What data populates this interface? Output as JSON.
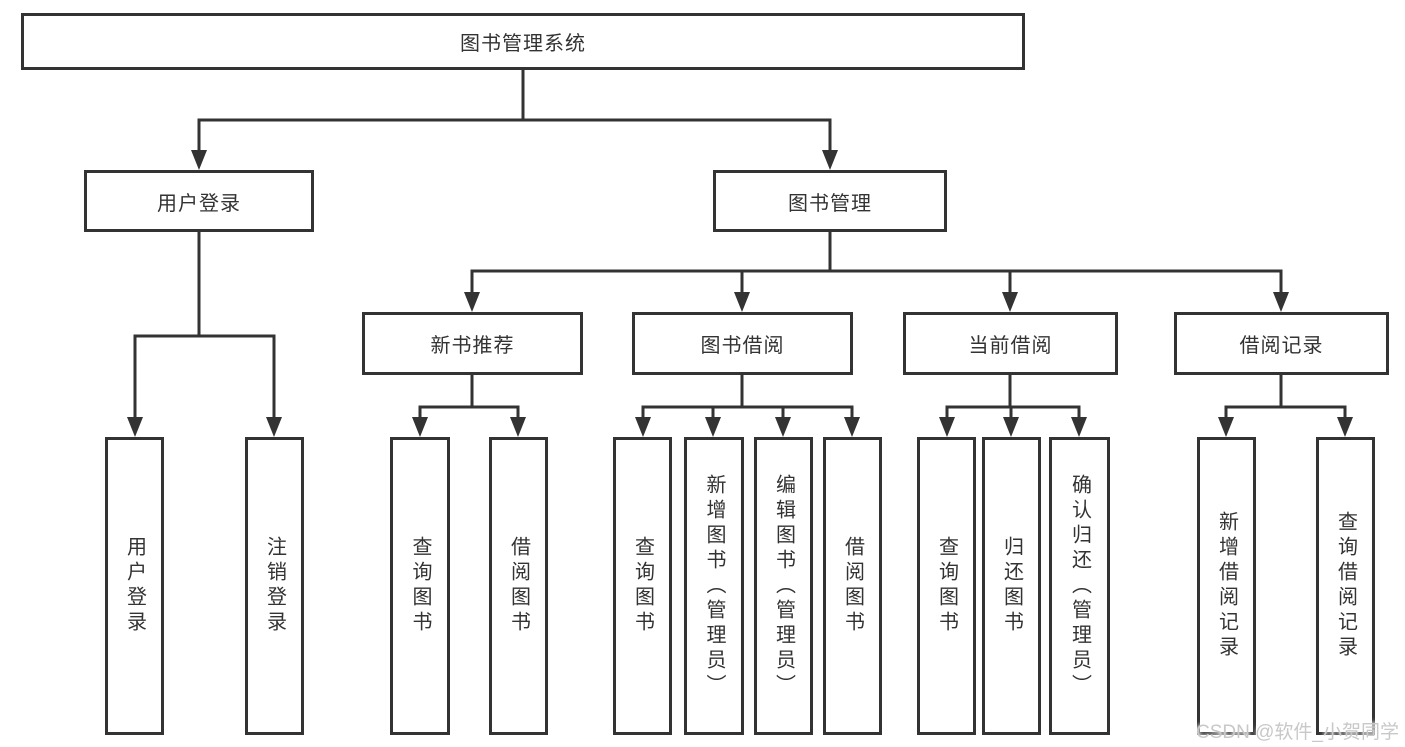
{
  "diagram": {
    "root_label": "图书管理系统",
    "level2": [
      "用户登录",
      "图书管理"
    ],
    "level3": [
      "新书推荐",
      "图书借阅",
      "当前借阅",
      "借阅记录"
    ],
    "leaves": {
      "user_login": [
        "用户登录",
        "注销登录"
      ],
      "new_book_recommend": [
        "查询图书",
        "借阅图书"
      ],
      "book_borrow": [
        "查询图书",
        "新增图书（管理员）",
        "编辑图书（管理员）",
        "借阅图书"
      ],
      "current_borrow": [
        "查询图书",
        "归还图书",
        "确认归还（管理员）"
      ],
      "borrow_records": [
        "新增借阅记录",
        "查询借阅记录"
      ]
    }
  },
  "watermark": {
    "text": "CSDN @软件_小贺同学"
  },
  "colors": {
    "line": "#333333",
    "text": "#333333",
    "background": "#ffffff",
    "watermark": "#c8c8c8"
  }
}
